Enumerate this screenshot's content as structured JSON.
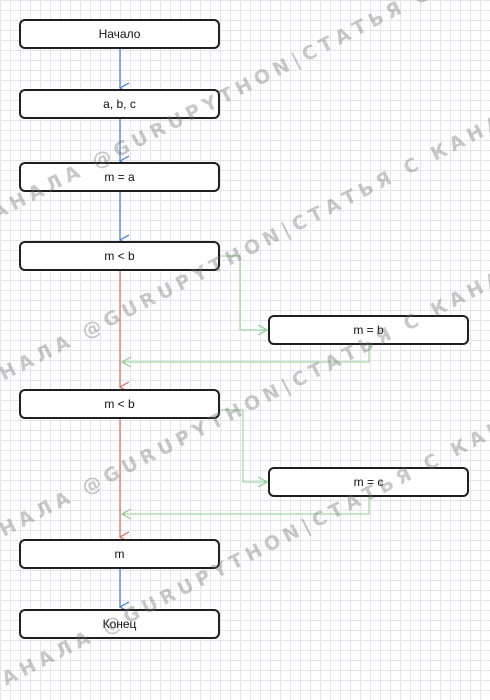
{
  "nodes": {
    "start": "Начало",
    "input": "a, b, c",
    "assign_a": "m = a",
    "compare_1": "m < b",
    "assign_b": "m = b",
    "compare_2": "m < b",
    "assign_c": "m = c",
    "output": "m",
    "end": "Конец"
  },
  "watermark": "КАНАЛА @GURUPYTHON|СТАТЬЯ С КАНАЛА @GURUPYTHON|СТАТЬЯ С КАНАЛА @GURUPYTHON|СТАТЬЯ С",
  "colors": {
    "flow_arrow": "#3b7dd8",
    "no_branch": "#e0675b",
    "yes_branch": "#8ccf8a",
    "node_border": "#1f1f1f"
  }
}
